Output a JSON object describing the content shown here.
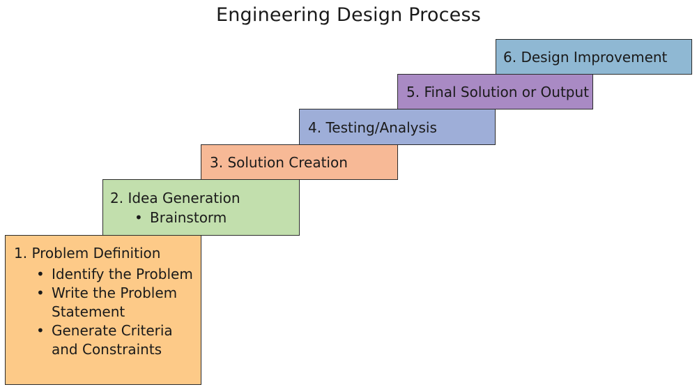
{
  "title": "Engineering Design Process",
  "steps": [
    {
      "label": "1.  Problem Definition",
      "color": "#fdca88",
      "bullets": [
        "Identify the Problem",
        "Write the Problem Statement",
        "Generate Criteria and Constraints"
      ]
    },
    {
      "label": "2.  Idea Generation",
      "color": "#c2dfad",
      "bullets": [
        "Brainstorm"
      ]
    },
    {
      "label": "3.  Solution Creation",
      "color": "#f7b996",
      "bullets": []
    },
    {
      "label": "4.  Testing/Analysis",
      "color": "#9eaed8",
      "bullets": []
    },
    {
      "label": "5.  Final Solution or Output",
      "color": "#a98ac4",
      "bullets": []
    },
    {
      "label": "6.  Design Improvement",
      "color": "#8fb8d3",
      "bullets": []
    }
  ]
}
